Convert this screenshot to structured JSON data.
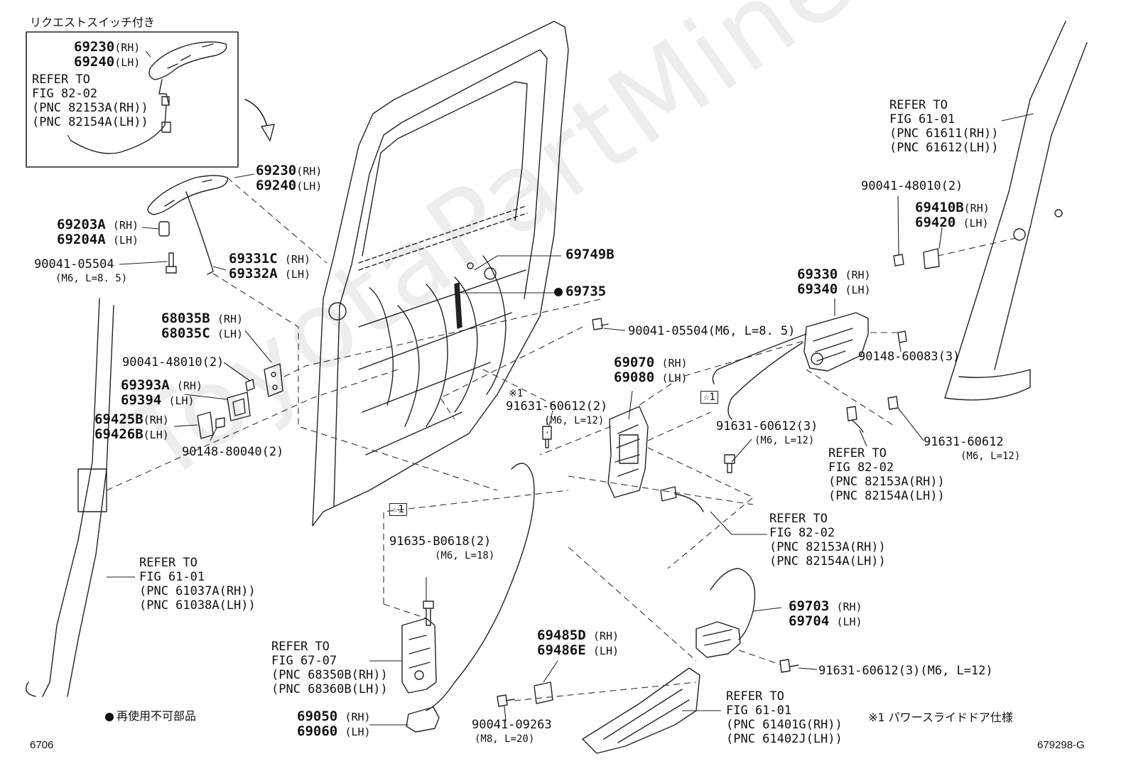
{
  "header_note": "リクエストスイッチ付き",
  "figure_number": "6706",
  "figure_code": "679298-G",
  "watermark": "ToyotaPartMine",
  "legend": {
    "non_reusable": "再使用不可部品",
    "star1_note": "※1 パワースライドドア仕様"
  },
  "marks": {
    "star1": "☆1",
    "note1": "※1"
  },
  "labels": {
    "inset_handle": [
      "69230",
      "(RH)",
      "69240",
      "(LH)"
    ],
    "inset_refer": [
      "REFER TO",
      "FIG 82-02",
      "(PNC 82153A(RH))",
      "(PNC 82154A(LH))"
    ],
    "handle": [
      "69230",
      "(RH)",
      "69240",
      "(LH)"
    ],
    "cover": [
      "69203A",
      "(RH)",
      "69204A",
      "(LH)"
    ],
    "bolt_a": [
      "90041-05504",
      "(M6, L=8. 5)"
    ],
    "rod": [
      "69331C",
      "(RH)",
      "69332A",
      "(LH)"
    ],
    "bracket_b": [
      "68035B",
      "(RH)",
      "68035C",
      "(LH)"
    ],
    "screw_48010_left": "90041-48010(2)",
    "pad": [
      "69393A",
      "(RH)",
      "69394",
      "(LH)"
    ],
    "striker_l": [
      "69425B",
      "(RH)",
      "69426B",
      "(LH)"
    ],
    "screw_80040": "90148-80040(2)",
    "refer_6101_left": [
      "REFER TO",
      "FIG 61-01",
      "(PNC 61037A(RH))",
      "(PNC 61038A(LH))"
    ],
    "clip": "69749B",
    "non_reusable_part": "69735",
    "bolt_b": "90041-05504(M6, L=8. 5)",
    "latch": [
      "69070",
      "(RH)",
      "69080",
      "(LH)"
    ],
    "bolt_60612_2": [
      "91631-60612(2)",
      "(M6, L=12)"
    ],
    "bolt_60612_3": [
      "91631-60612(3)",
      "(M6, L=12)"
    ],
    "refer_8202_mid": [
      "REFER TO",
      "FIG 82-02",
      "(PNC 82153A(RH))",
      "(PNC 82154A(LH))"
    ],
    "bolt_b0618": [
      "91635-B0618(2)",
      "(M6, L=18)"
    ],
    "refer_6707": [
      "REFER TO",
      "FIG 67-07",
      "(PNC 68350B(RH))",
      "(PNC 68360B(LH))"
    ],
    "lower_latch": [
      "69050",
      "(RH)",
      "69060",
      "(LH)"
    ],
    "roller_bracket": [
      "69485D",
      "(RH)",
      "69486E",
      "(LH)"
    ],
    "bolt_09263": [
      "90041-09263",
      "(M8, L=20)"
    ],
    "refer_6101_bottom": [
      "REFER TO",
      "FIG 61-01",
      "(PNC 61401G(RH))",
      "(PNC 61402J(LH))"
    ],
    "actuator": [
      "69703",
      "(RH)",
      "69704",
      "(LH)"
    ],
    "bolt_60612_3b": "91631-60612(3)(M6, L=12)",
    "refer_6101_right": [
      "REFER TO",
      "FIG 61-01",
      "(PNC 61611(RH))",
      "(PNC 61612(LH))"
    ],
    "screw_48010_right": "90041-48010(2)",
    "striker_r": [
      "69410B",
      "(RH)",
      "69420",
      "(LH)"
    ],
    "rear_lock": [
      "69330",
      "(RH)",
      "69340",
      "(LH)"
    ],
    "screw_60083": "90148-60083(3)",
    "bolt_60612_r": [
      "91631-60612",
      "(M6, L=12)"
    ],
    "refer_8202_right": [
      "REFER TO",
      "FIG 82-02",
      "(PNC 82153A(RH))",
      "(PNC 82154A(LH))"
    ]
  }
}
